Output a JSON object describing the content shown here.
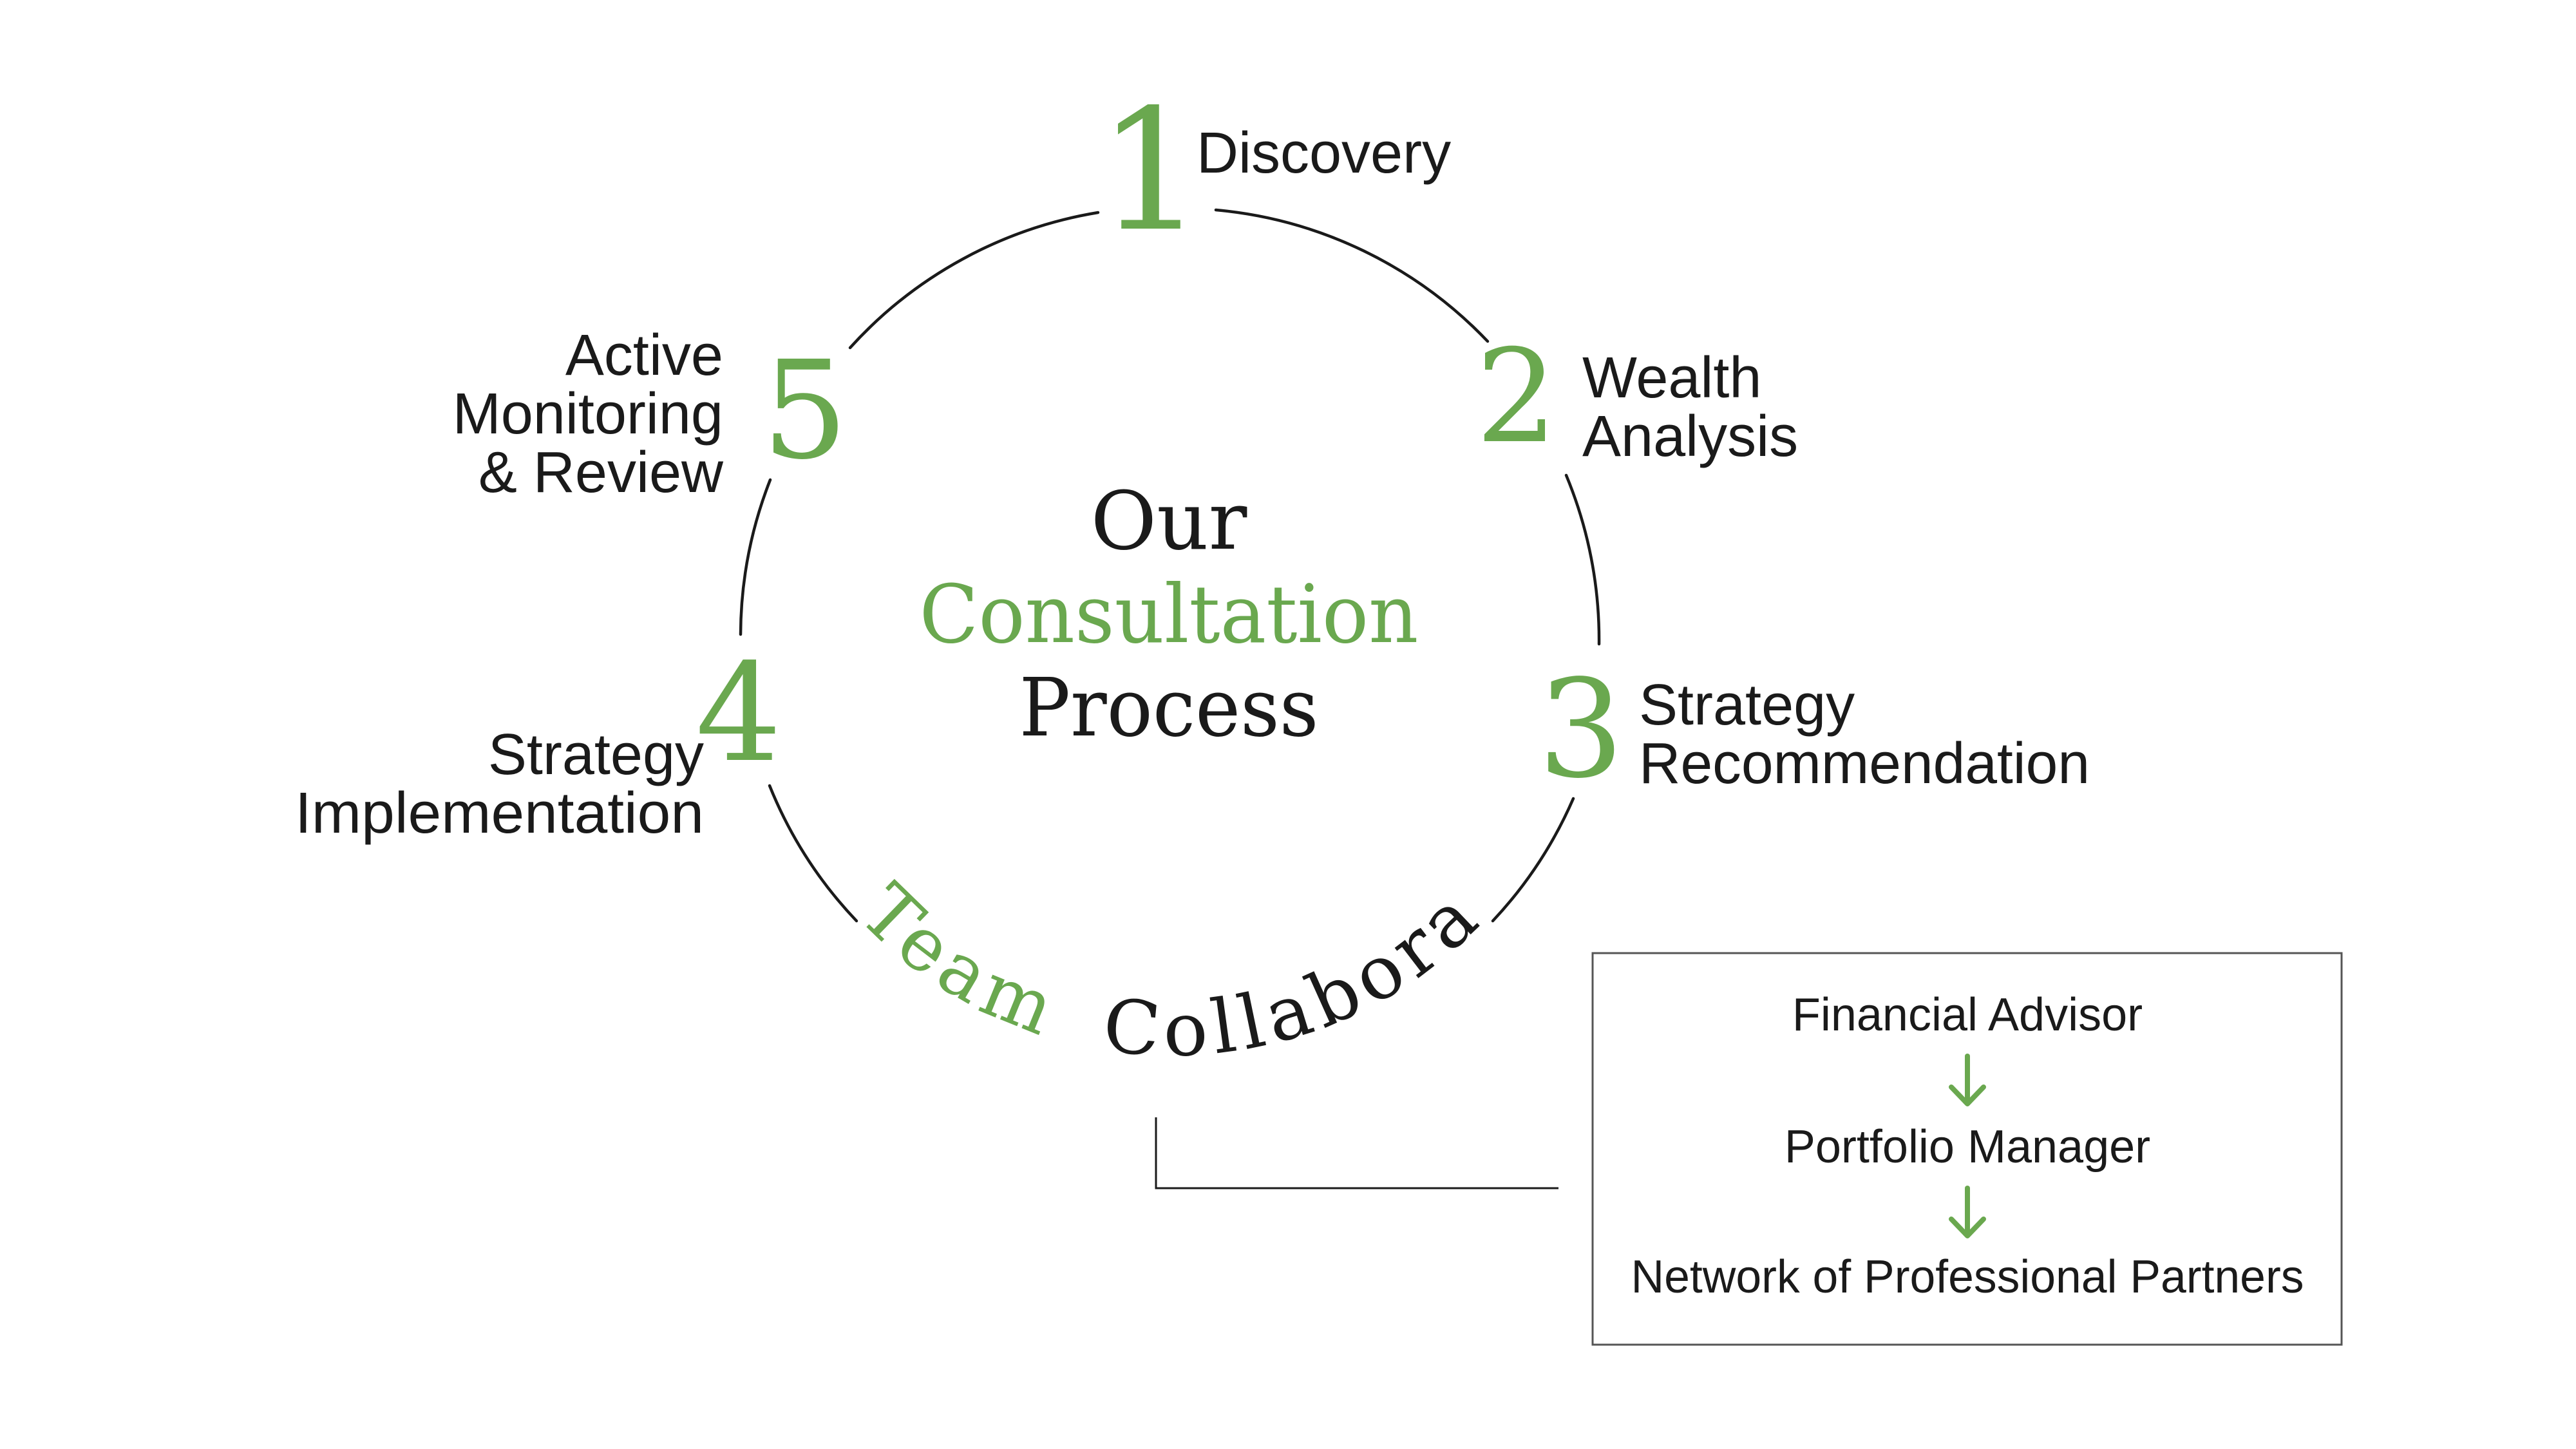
{
  "colors": {
    "accent": "#6aa84f",
    "text": "#1a1a1a",
    "line": "#1a1a1a",
    "box_border": "#555555",
    "background": "#ffffff"
  },
  "center": {
    "line1": "Our",
    "line2": "Consultation",
    "line3": "Process"
  },
  "steps": [
    {
      "number": "1",
      "lines": [
        "Discovery"
      ]
    },
    {
      "number": "2",
      "lines": [
        "Wealth",
        "Analysis"
      ]
    },
    {
      "number": "3",
      "lines": [
        "Strategy",
        "Recommendation"
      ]
    },
    {
      "number": "4",
      "lines": [
        "Strategy",
        "Implementation"
      ]
    },
    {
      "number": "5",
      "lines": [
        "Active",
        "Monitoring",
        "& Review"
      ]
    }
  ],
  "team": {
    "word1": "Team",
    "word2": "Collaboration"
  },
  "team_box": {
    "items": [
      "Financial Advisor",
      "Portfolio Manager",
      "Network of Professional Partners"
    ],
    "arrow_icon": "down-arrow-icon"
  }
}
